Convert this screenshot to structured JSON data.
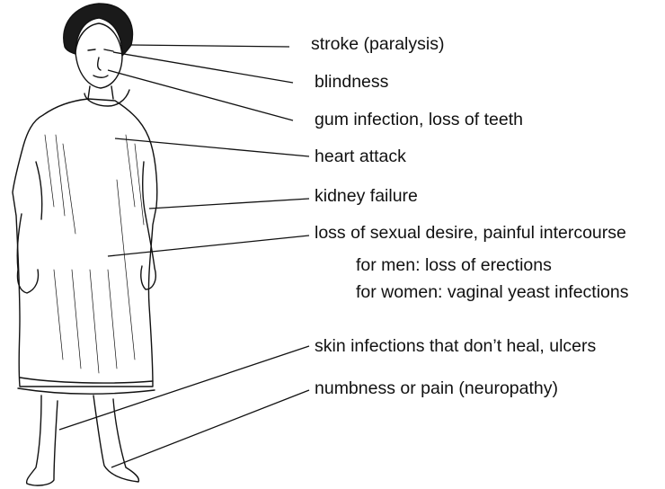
{
  "labels": {
    "stroke": "stroke (paralysis)",
    "blindness": "blindness",
    "gum": "gum infection, loss of teeth",
    "heart": "heart attack",
    "kidney": "kidney failure",
    "sexual": "loss of sexual desire, painful intercourse",
    "men": "for men: loss of erections",
    "women": "for women: vaginal yeast infections",
    "skin": "skin infections that don’t heal, ulcers",
    "numbness": "numbness or pain (neuropathy)"
  },
  "colors": {
    "ink": "#111111",
    "hair": "#1a1a1a"
  }
}
